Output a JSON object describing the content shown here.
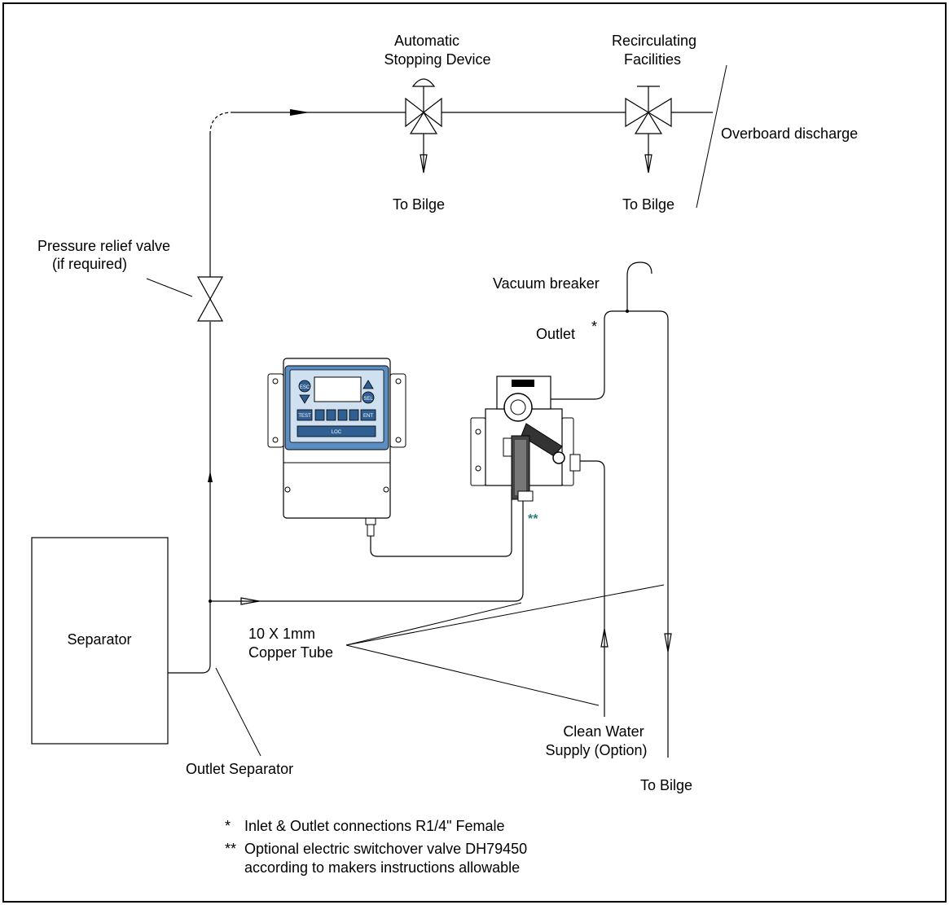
{
  "labels": {
    "auto_stop_line1": "Automatic",
    "auto_stop_line2": "Stopping Device",
    "recirc_line1": "Recirculating",
    "recirc_line2": "Facilities",
    "overboard": "Overboard discharge",
    "to_bilge_1": "To Bilge",
    "to_bilge_2": "To Bilge",
    "prv_line1": "Pressure relief valve",
    "prv_line2": "(if required)",
    "vacuum_breaker": "Vacuum breaker",
    "outlet": "Outlet",
    "outlet_star": "*",
    "switchover_star": "**",
    "separator": "Separator",
    "copper_line1": "10 X 1mm",
    "copper_line2": "Copper Tube",
    "clean_water_line1": "Clean Water",
    "clean_water_line2": "Supply (Option)",
    "outlet_separator": "Outlet Separator",
    "to_bilge_3": "To  Bilge"
  },
  "notes": {
    "note1_mark": "*",
    "note1_text": "Inlet & Outlet connections R1/4\" Female",
    "note2_mark": "**",
    "note2_line1": "Optional electric switchover valve DH79450",
    "note2_line2": "according to makers instructions allowable"
  },
  "monitor": {
    "keys_row1": [
      "ESC",
      "SEL"
    ],
    "key_test": "TEST",
    "key_ent": "ENT",
    "key_loc": "LOC"
  },
  "colors": {
    "line": "#000000",
    "monitor_blue": "#5b8ec2",
    "monitor_dark_blue": "#2f5f93",
    "teal_star": "#2a7f7a"
  }
}
